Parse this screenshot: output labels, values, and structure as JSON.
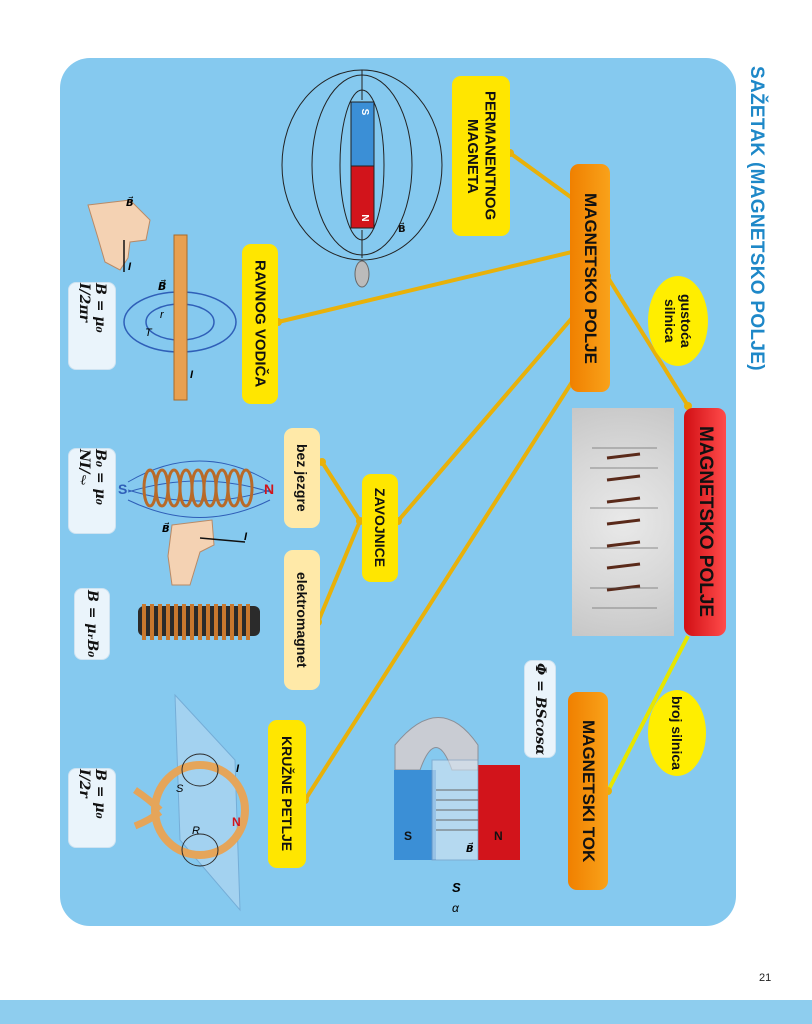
{
  "title": "SAŽETAK (MAGNETSKO POLJE)",
  "page_number": "21",
  "nodes": {
    "main": "MAGNETSKO POLJE",
    "polje_orange": "MAGNETSKO POLJE",
    "permanentnog": "PERMANENTNOG MAGNETA",
    "ravnog": "RAVNOG VODIČA",
    "zavojnice": "ZAVOJNICE",
    "bez_jezgre": "bez jezgre",
    "elektromagnet": "elektromagnet",
    "kruzne": "KRUŽNE PETLJE",
    "tok": "MAGNETSKI TOK",
    "gustoca": "gustoća silnica",
    "broj": "broj silnica"
  },
  "formulas": {
    "ravnog": "B = μ₀ I/2πr",
    "zavojnice": "B₀ = μ₀ NI/ℓ",
    "elektromagnet": "B = μᵣB₀",
    "petlja": "B = μ₀ I/2r",
    "tok": "Φ = BScosα"
  },
  "labels": {
    "S": "S",
    "N": "N",
    "B": "B⃗",
    "I": "I",
    "r": "r",
    "R": "R",
    "T": "T",
    "alpha": "α"
  },
  "colors": {
    "panel": "#85c9ef",
    "title": "#1e88c8",
    "connector": "#e8b10a",
    "yellow": "#ffe600",
    "orange": "#f08000",
    "red": "#d10f14"
  }
}
